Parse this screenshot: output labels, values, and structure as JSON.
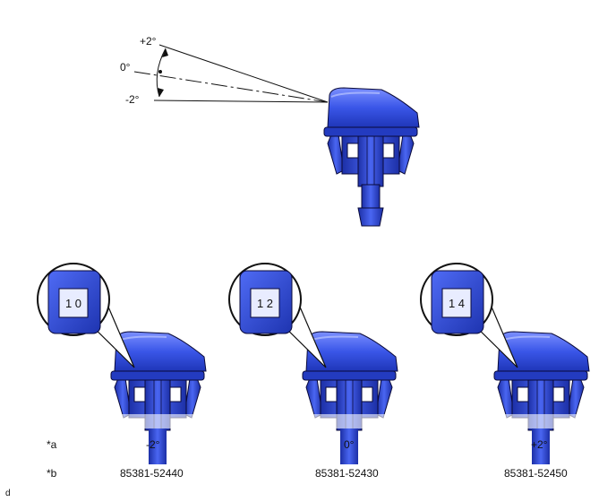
{
  "angle_scale": {
    "plus": "+2°",
    "zero": "0°",
    "minus": "-2°"
  },
  "variants": [
    {
      "badge": "1 0",
      "angle": "-2°",
      "part": "85381-52440"
    },
    {
      "badge": "1 2",
      "angle": "0°",
      "part": "85381-52430"
    },
    {
      "badge": "1 4",
      "angle": "+2°",
      "part": "85381-52450"
    }
  ],
  "row_labels": {
    "a": "*a",
    "b": "*b"
  },
  "figure_code": "d",
  "colors": {
    "nozzle": "#2f4fe0",
    "nozzle_dark": "#1b2fa8",
    "nozzle_light": "#6f86ff",
    "outline": "#0a0a3a"
  }
}
